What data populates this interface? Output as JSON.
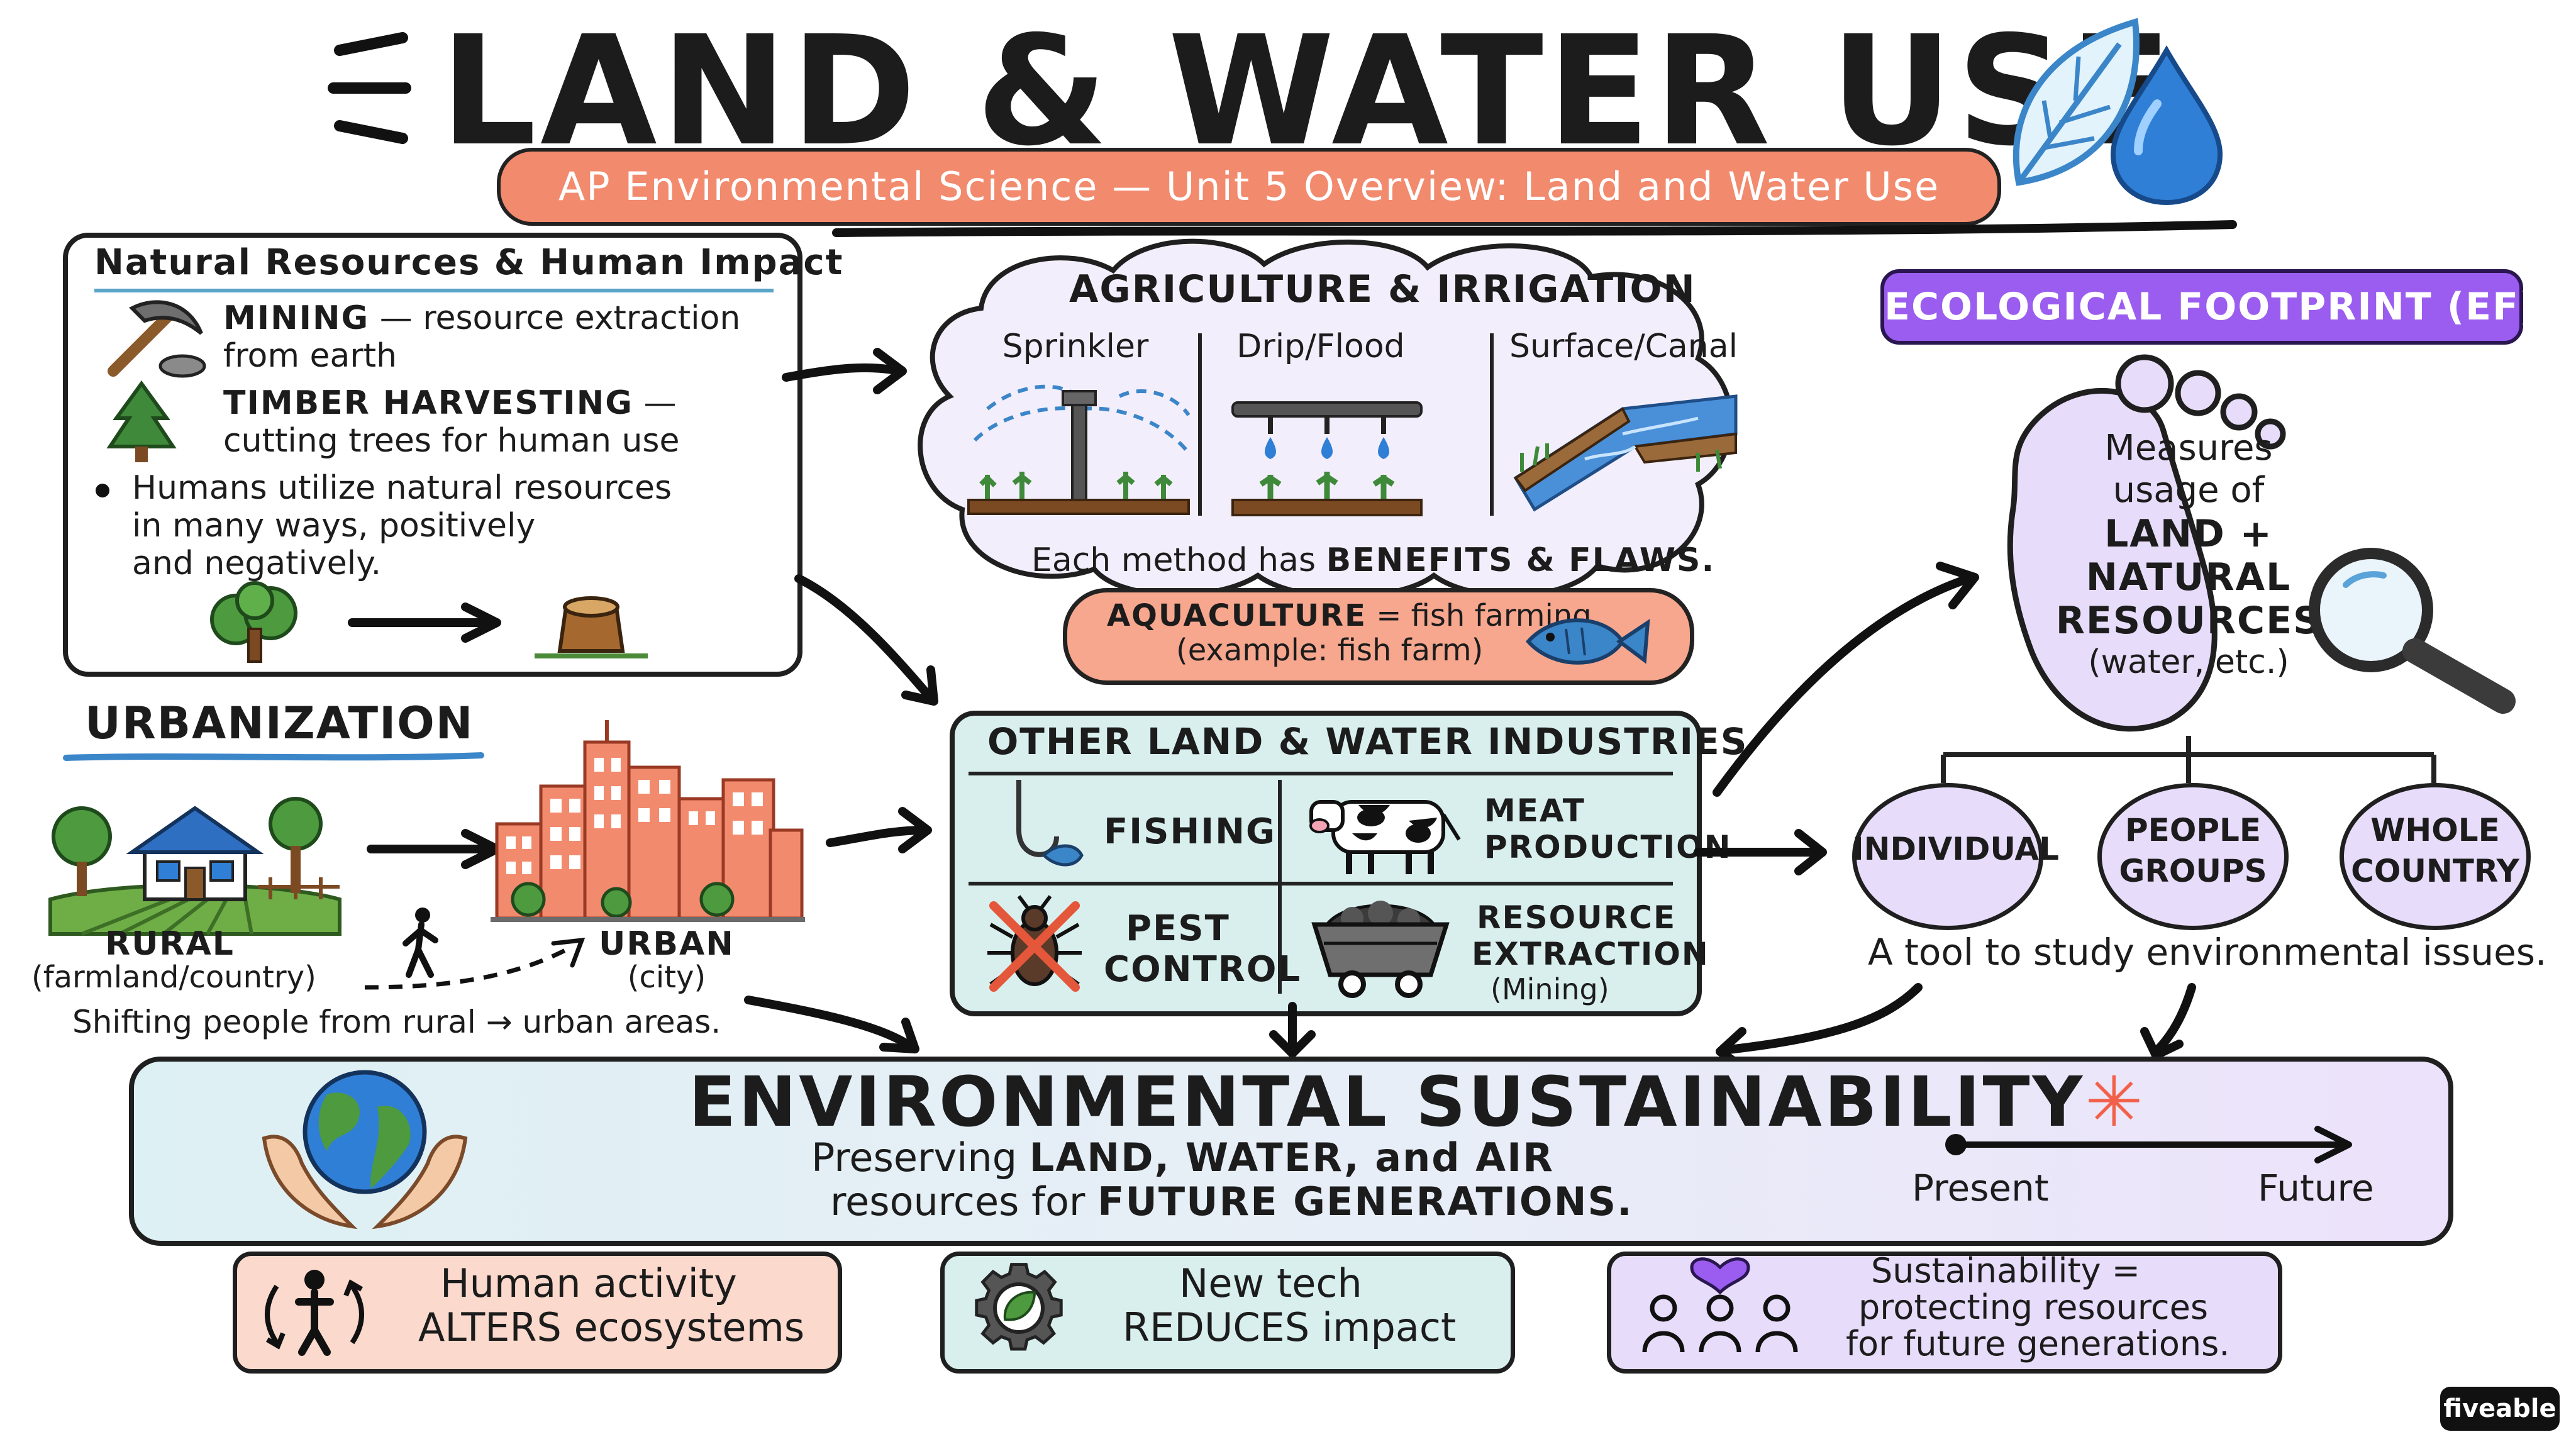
{
  "title": "LAND & WATER USE",
  "subtitle": "AP Environmental Science — Unit 5 Overview: Land and Water Use",
  "natural_resources": {
    "heading": "Natural Resources & Human Impact",
    "mining_term": "MINING",
    "mining_desc": "— resource extraction",
    "mining_desc2": "from earth",
    "timber_term": "TIMBER HARVESTING",
    "timber_desc": "—",
    "timber_desc2": "cutting trees for human use",
    "bullet_line1": "Humans utilize natural resources",
    "bullet_line2": "in many ways, positively",
    "bullet_line3": "and negatively."
  },
  "agriculture": {
    "heading": "AGRICULTURE & IRRIGATION",
    "methods": [
      "Sprinkler",
      "Drip/Flood",
      "Surface/Canal"
    ],
    "note_prefix": "Each method has",
    "note_emphasis": "BENEFITS & FLAWS."
  },
  "aquaculture": {
    "term": "AQUACULTURE",
    "desc": "= fish farming",
    "example": "(example: fish farm)"
  },
  "urbanization": {
    "heading": "URBANIZATION",
    "rural_label": "RURAL",
    "rural_sub": "(farmland/country)",
    "urban_label": "URBAN",
    "urban_sub": "(city)",
    "caption": "Shifting people from rural → urban areas."
  },
  "industries": {
    "heading": "OTHER LAND & WATER INDUSTRIES",
    "fishing": "FISHING",
    "meat_line1": "MEAT",
    "meat_line2": "PRODUCTION",
    "pest_line1": "PEST",
    "pest_line2": "CONTROL",
    "resource_line1": "RESOURCE",
    "resource_line2": "EXTRACTION",
    "resource_line3": "(Mining)"
  },
  "ecological_footprint": {
    "heading": "ECOLOGICAL FOOTPRINT (EF)",
    "line1": "Measures",
    "line2": "usage of",
    "line3": "LAND +",
    "line4": "NATURAL",
    "line5": "RESOURCES",
    "line6": "(water, etc.)",
    "scale_individual": "INDIVIDUAL",
    "scale_people_1": "PEOPLE",
    "scale_people_2": "GROUPS",
    "scale_country_1": "WHOLE",
    "scale_country_2": "COUNTRY",
    "tool_caption": "A tool to study environmental issues."
  },
  "sustainability": {
    "heading": "ENVIRONMENTAL SUSTAINABILITY",
    "line1_prefix": "Preserving",
    "line1_emphasis": "LAND, WATER, and AIR",
    "line2_prefix": "resources for",
    "line2_emphasis": "FUTURE GENERATIONS.",
    "timeline_start": "Present",
    "timeline_end": "Future"
  },
  "takeaways": {
    "human_line1": "Human activity",
    "human_line2": "ALTERS ecosystems",
    "tech_line1": "New tech",
    "tech_line2": "REDUCES impact",
    "protect_line1": "Sustainability =",
    "protect_line2": "protecting resources",
    "protect_line3": "for future generations."
  },
  "brand": "fiveable",
  "colors": {
    "coral": "#f28a6e",
    "coral_light": "#fbd9cc",
    "purple": "#9b5cf0",
    "lavender": "#e8dcfb",
    "mint": "#d8efee",
    "navy": "#16213a",
    "blue": "#2f7fd6"
  }
}
